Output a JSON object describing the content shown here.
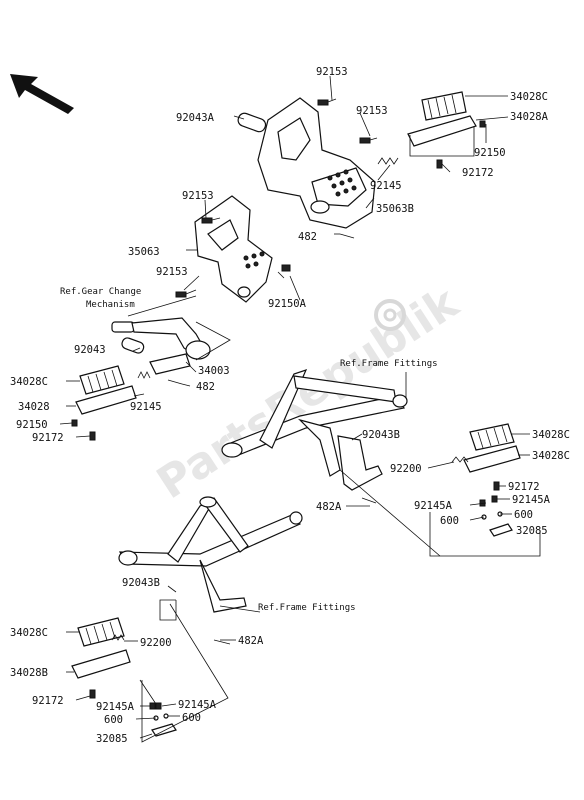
{
  "labels": {
    "p92153_a": "92153",
    "p92043A": "92043A",
    "p92153_b": "92153",
    "p34028C_a": "34028C",
    "p34028A": "34028A",
    "p92150_a": "92150",
    "p92145_a": "92145",
    "p92172_a": "92172",
    "p35063B": "35063B",
    "p482_a": "482",
    "p92153_c": "92153",
    "p35063": "35063",
    "p92153_d": "92153",
    "p92150A": "92150A",
    "p92043": "92043",
    "p34003": "34003",
    "p482_b": "482",
    "p34028C_b": "34028C",
    "p34028": "34028",
    "p92145_b": "92145",
    "p92150_b": "92150",
    "p92172_b": "92172",
    "p92043B_a": "92043B",
    "p34028C_c": "34028C",
    "p34028C_d": "34028C",
    "p92200_a": "92200",
    "p92172_c": "92172",
    "p482A_a": "482A",
    "p92145A_a": "92145A",
    "p92145A_b": "92145A",
    "p600_a": "600",
    "p600_b": "600",
    "p32085_a": "32085",
    "p92043B_b": "92043B",
    "p34028C_e": "34028C",
    "p92200_b": "92200",
    "p482A_b": "482A",
    "p34028B": "34028B",
    "p92172_d": "92172",
    "p92145A_c": "92145A",
    "p92145A_d": "92145A",
    "p600_c": "600",
    "p600_d": "600",
    "p32085_b": "32085"
  },
  "refs": {
    "gear_change_line1": "Ref.Gear Change",
    "gear_change_line2": "Mechanism",
    "frame_fittings_a": "Ref.Frame Fittings",
    "frame_fittings_b": "Ref.Frame Fittings"
  },
  "watermark": "PartsRepublik"
}
